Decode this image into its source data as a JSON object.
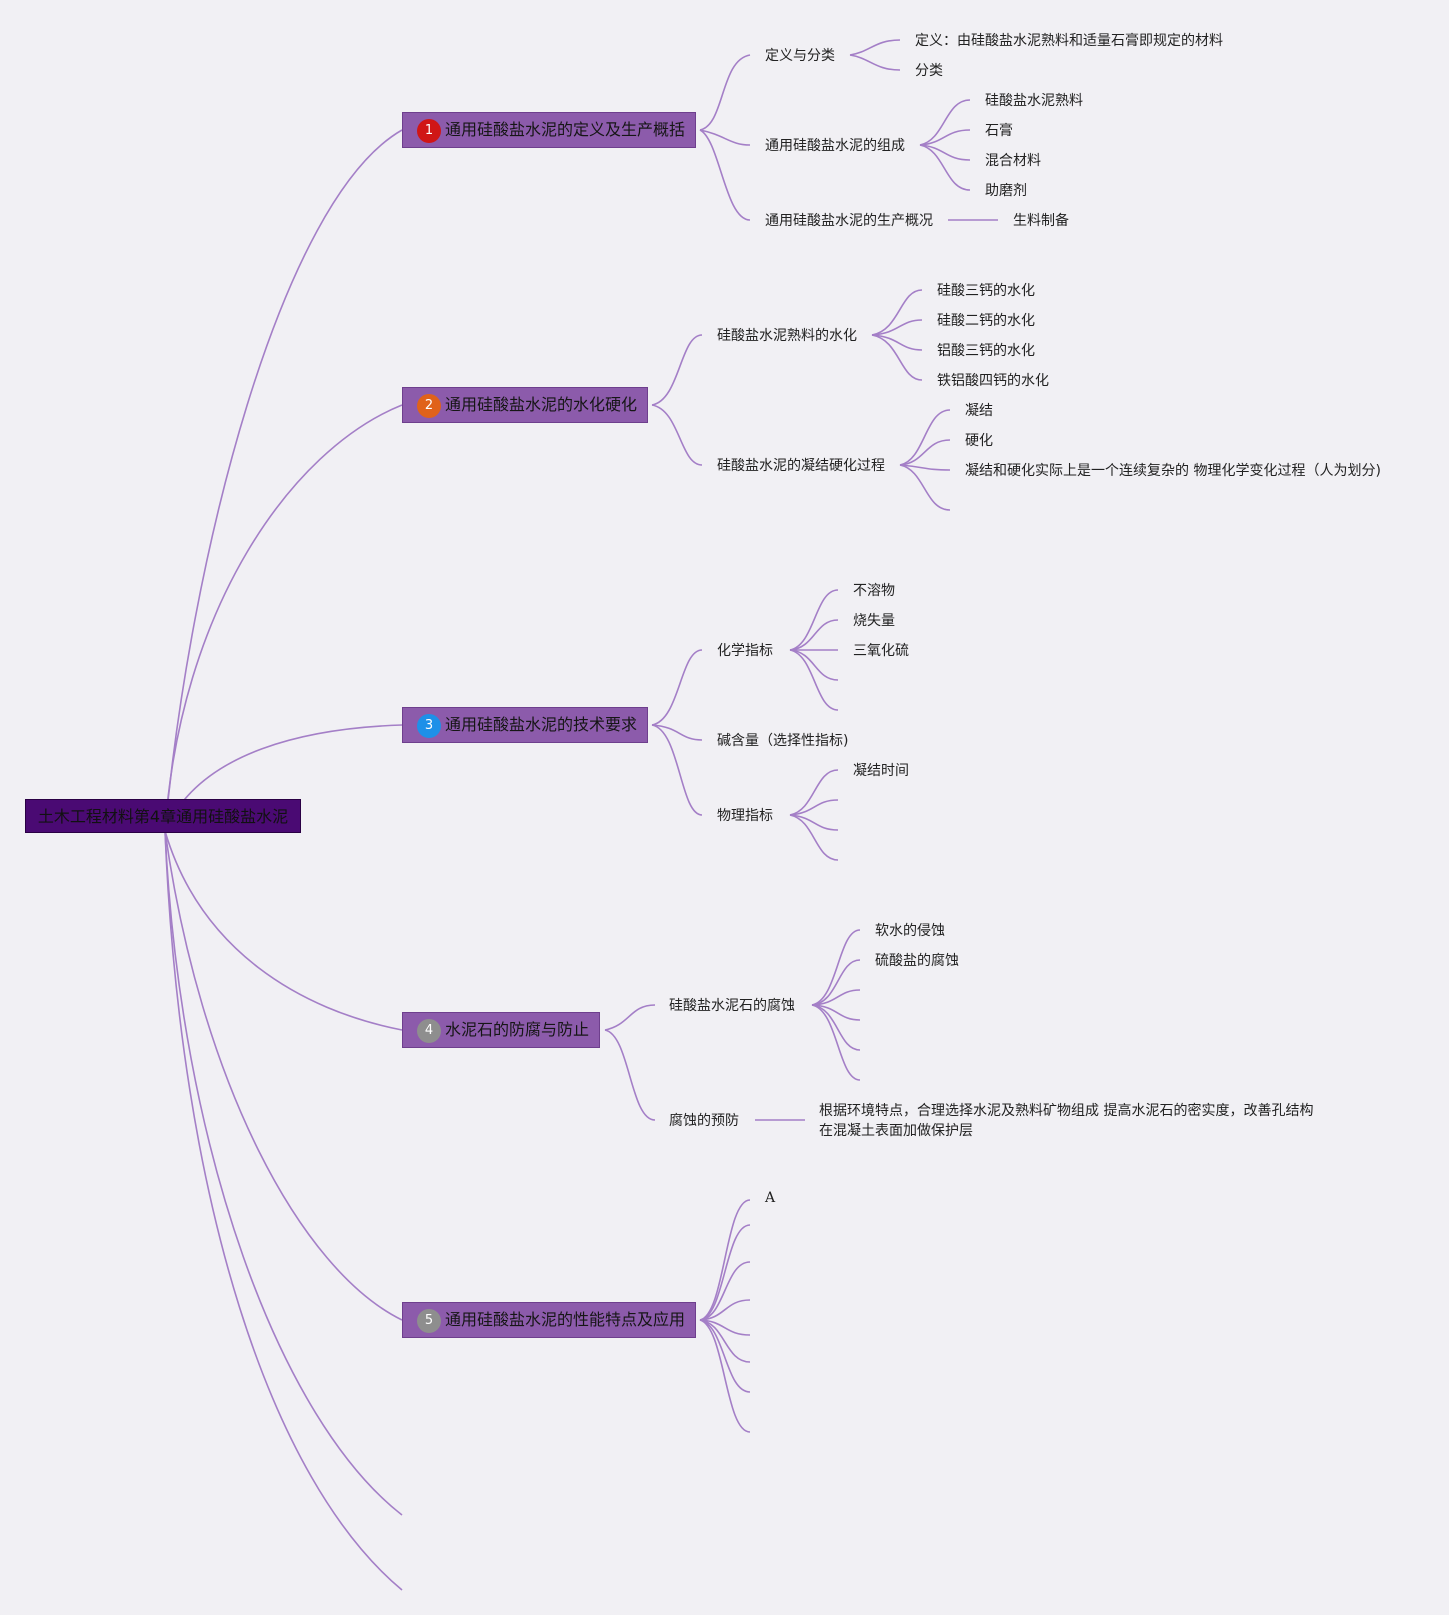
{
  "root": {
    "label": "土木工程材料第4章通用硅酸盐水泥"
  },
  "colors": {
    "root_fill": "#4a0a73",
    "topic_fill": "#8c5bab",
    "connector": "#a47fc7",
    "badge_1": "#d01616",
    "badge_2": "#e0621a",
    "badge_3": "#1e90e8",
    "badge_4": "#8e8e8e",
    "badge_5": "#8e8e8e"
  },
  "topics": [
    {
      "badge": "1",
      "label": "通用硅酸盐水泥的定义及生产概括",
      "children": [
        {
          "label": "定义与分类",
          "children": [
            "定义：由硅酸盐水泥熟料和适量石膏即规定的材料",
            "分类"
          ]
        },
        {
          "label": "通用硅酸盐水泥的组成",
          "children": [
            "硅酸盐水泥熟料",
            "石膏",
            "混合材料",
            "助磨剂"
          ]
        },
        {
          "label": "通用硅酸盐水泥的生产概况",
          "children": [
            "生料制备"
          ]
        }
      ]
    },
    {
      "badge": "2",
      "label": "通用硅酸盐水泥的水化硬化",
      "children": [
        {
          "label": "硅酸盐水泥熟料的水化",
          "children": [
            "硅酸三钙的水化",
            "硅酸二钙的水化",
            "铝酸三钙的水化",
            "铁铝酸四钙的水化"
          ]
        },
        {
          "label": "硅酸盐水泥的凝结硬化过程",
          "children": [
            "凝结",
            "硬化",
            "凝结和硬化实际上是一个连续复杂的 物理化学变化过程（人为划分)",
            ""
          ]
        }
      ]
    },
    {
      "badge": "3",
      "label": "通用硅酸盐水泥的技术要求",
      "children": [
        {
          "label": "化学指标",
          "children": [
            "不溶物",
            "烧失量",
            "三氧化硫",
            "",
            ""
          ]
        },
        {
          "label": "碱含量（选择性指标)",
          "children": []
        },
        {
          "label": "物理指标",
          "children": [
            "凝结时间",
            "",
            "",
            ""
          ]
        }
      ]
    },
    {
      "badge": "4",
      "label": "水泥石的防腐与防止",
      "children": [
        {
          "label": "硅酸盐水泥石的腐蚀",
          "children": [
            "软水的侵蚀",
            "硫酸盐的腐蚀",
            "",
            "",
            "",
            ""
          ]
        },
        {
          "label": "腐蚀的预防",
          "children": [
            "根据环境特点，合理选择水泥及熟料矿物组成 提高水泥石的密实度，改善孔结构",
            "在混凝土表面加做保护层"
          ]
        }
      ]
    },
    {
      "badge": "5",
      "label": "通用硅酸盐水泥的性能特点及应用",
      "children": [
        {
          "label": "A",
          "children": []
        }
      ]
    }
  ]
}
